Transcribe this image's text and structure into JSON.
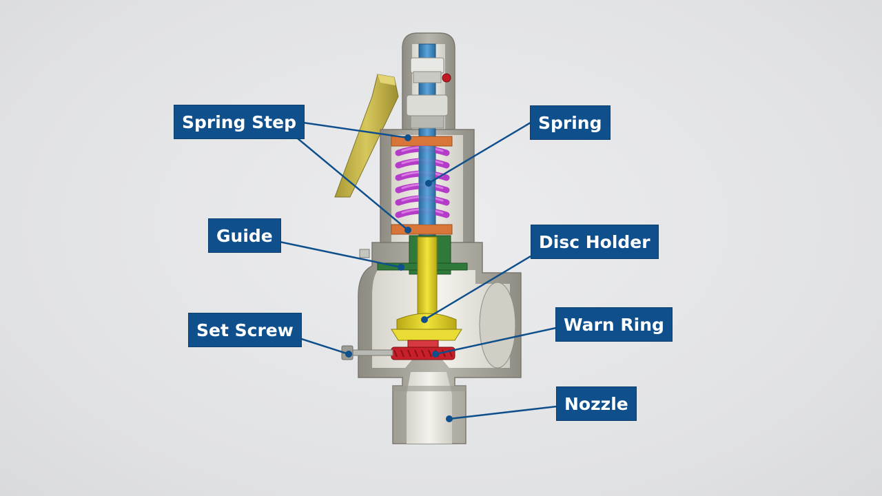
{
  "labels": {
    "spring_step": "Spring Step",
    "spring": "Spring",
    "guide": "Guide",
    "disc_holder": "Disc Holder",
    "set_screw": "Set Screw",
    "warn_ring": "Warn Ring",
    "nozzle": "Nozzle"
  },
  "colors": {
    "label_bg": "#0e4f8c",
    "label_text": "#ffffff",
    "leader_line": "#0e4f8c",
    "valve_body": "#a8a69c",
    "spring": "#b43cc8",
    "spring_step": "#d8763a",
    "stem": "#3a86c0",
    "guide": "#2f7a3a",
    "disc_holder": "#e6d62a",
    "warn_ring": "#c8202a",
    "lever": "#c9b84a"
  }
}
